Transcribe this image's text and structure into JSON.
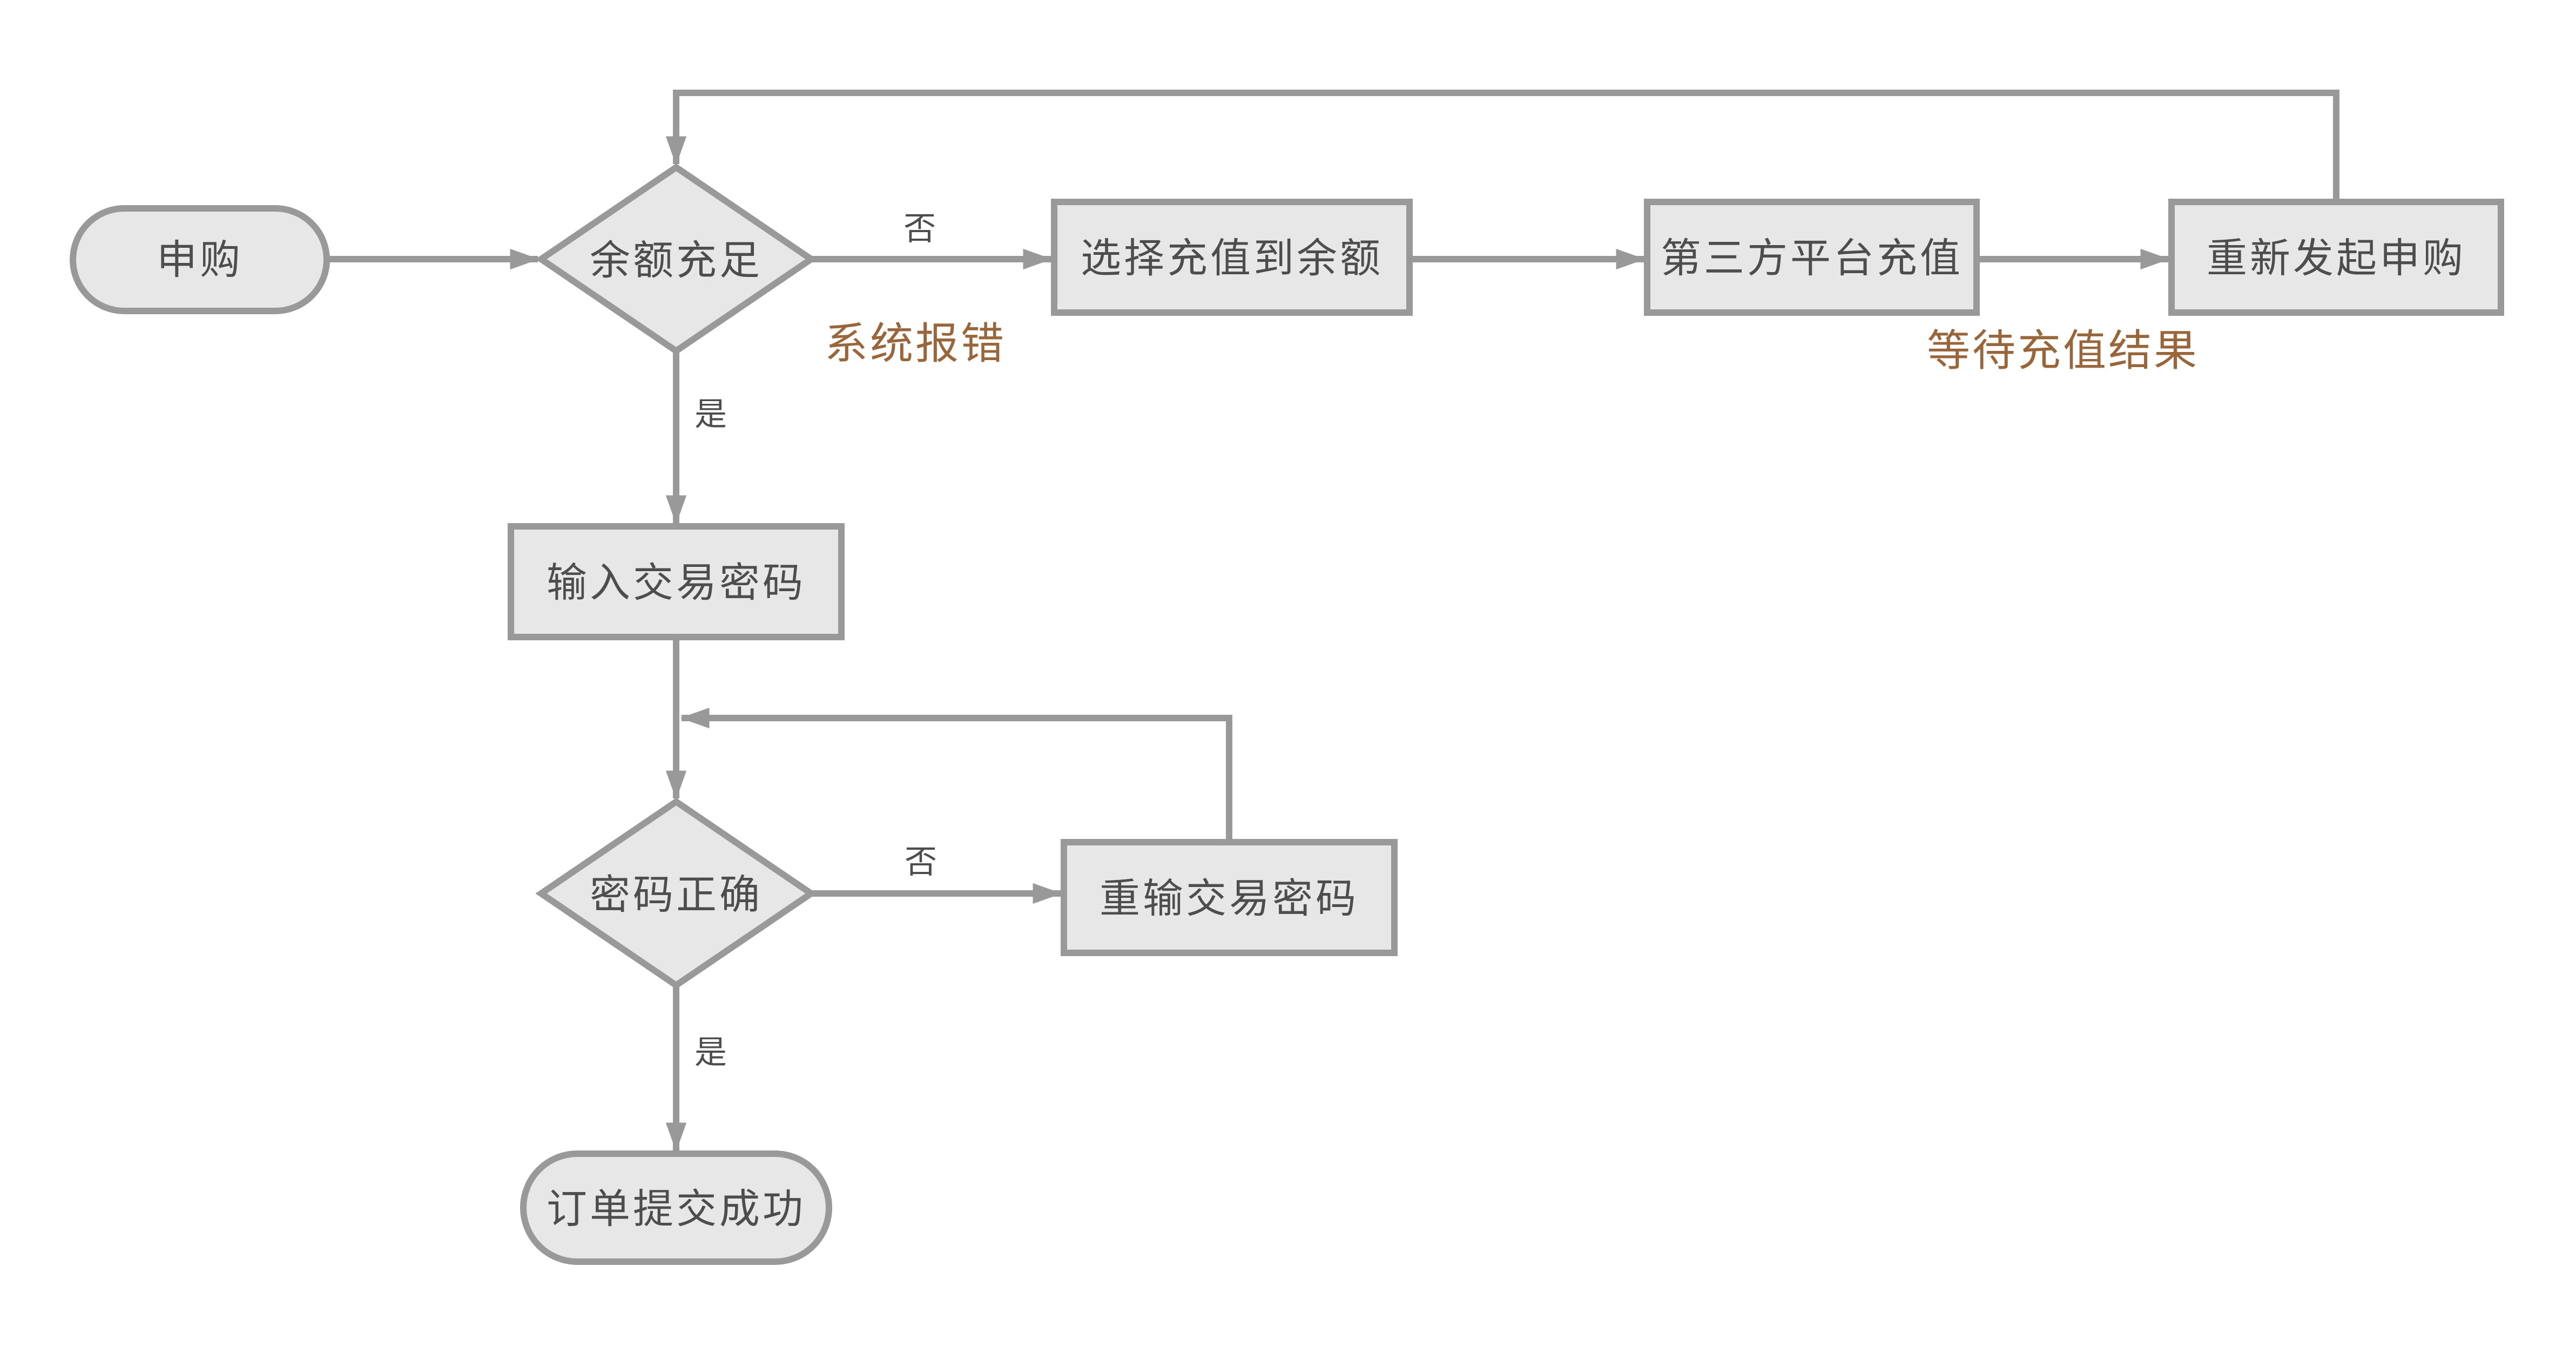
{
  "flowchart": {
    "nodes": {
      "start": {
        "label": "申购"
      },
      "balance_check": {
        "label": "余额充足"
      },
      "choose_recharge": {
        "label": "选择充值到余额"
      },
      "third_party_recharge": {
        "label": "第三方平台充值"
      },
      "resubmit": {
        "label": "重新发起申购"
      },
      "enter_password": {
        "label": "输入交易密码"
      },
      "password_check": {
        "label": "密码正确"
      },
      "reenter_password": {
        "label": "重输交易密码"
      },
      "success": {
        "label": "订单提交成功"
      }
    },
    "branch_labels": {
      "balance_no": "否",
      "balance_yes": "是",
      "password_no": "否",
      "password_yes": "是"
    },
    "annotations": {
      "system_error": "系统报错",
      "wait_recharge_result": "等待充值结果"
    },
    "colors": {
      "background": "#ffffff",
      "node_fill": "#e7e7e7",
      "node_border": "#999999",
      "connector": "#999999",
      "node_text": "#4d4d4d",
      "annotation_text": "#99653a"
    }
  }
}
